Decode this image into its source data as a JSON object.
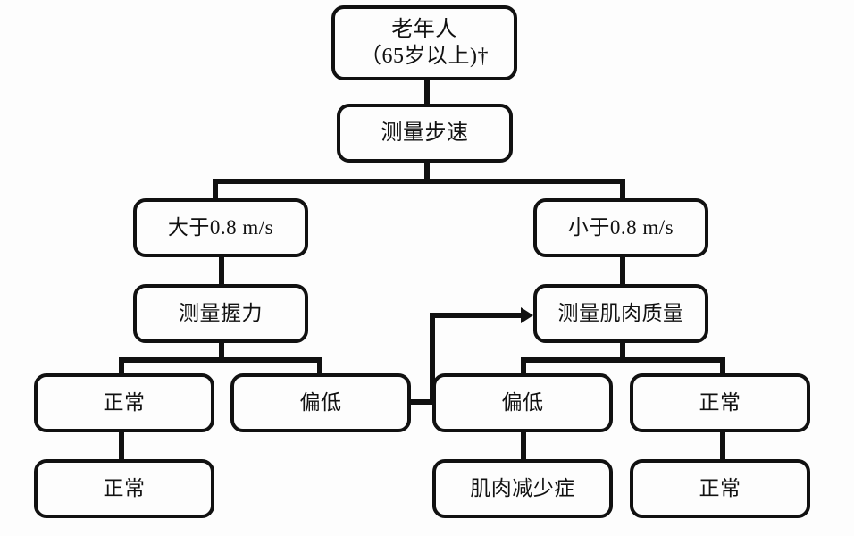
{
  "diagram": {
    "title": "Sarcopenia screening flowchart",
    "colors": {
      "background": "#fdfdfd",
      "stroke": "#111111",
      "node_fill": "#fdfdfd"
    },
    "nodes": {
      "elderly": "老年人\n（65岁以上)†",
      "measure_gait_speed": "测量步速",
      "gait_above": "大于0.8 m/s",
      "gait_below": "小于0.8 m/s",
      "measure_grip": "测量握力",
      "measure_muscle_mass": "测量肌肉质量",
      "grip_normal": "正常",
      "grip_low": "偏低",
      "mass_low": "偏低",
      "mass_normal": "正常",
      "result_normal_left": "正常",
      "result_sarcopenia": "肌肉减少症",
      "result_normal_right": "正常"
    }
  }
}
